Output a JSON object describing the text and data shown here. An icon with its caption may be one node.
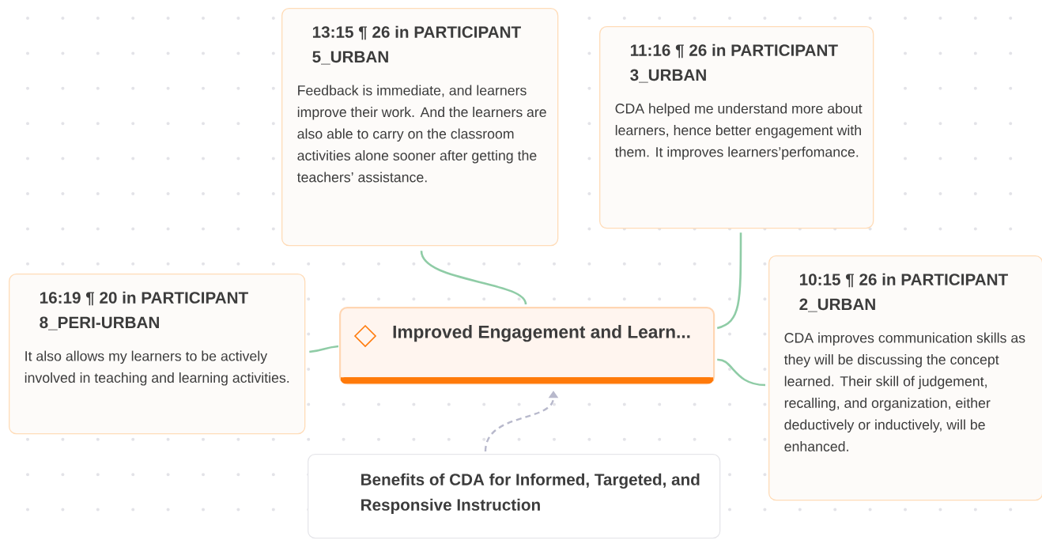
{
  "diagram": {
    "nodes": [
      {
        "text": [
          "13:15 ¶ 26 in PARTICIPANT 5_URBAN",
          "Feedback is immediate, and learners improve their work. And the learners are also able to carry on the classroom activities alone sooner after getting the teachers’ assistance."
        ]
      },
      {
        "text": [
          "11:16 ¶ 26 in PARTICIPANT 3_URBAN",
          "CDA helped me understand more about learners, hence better engagement with them. It improves learners’perfomance."
        ]
      },
      {
        "text": [
          "16:19 ¶ 20 in PARTICIPANT 8_PERI-URBAN",
          "It also allows my learners to be actively involved in teaching and learning activities."
        ]
      },
      {
        "text": [
          "Improved Engagement and Learn..."
        ]
      },
      {
        "text": [
          "10:15 ¶ 26 in PARTICIPANT 2_URBAN",
          "CDA improves communication skills as they will be discussing the concept learned. Their skill of judgement, recalling, and organization, either deductively or inductively, will be enhanced."
        ]
      },
      {
        "text": [
          "Benefits of CDA for Informed, Targeted, and Responsive Instruction"
        ]
      }
    ],
    "edges": [
      {
        "from": 0,
        "to": 3,
        "arrow": "none"
      },
      {
        "from": 1,
        "to": 3,
        "arrow": "none"
      },
      {
        "from": 2,
        "to": 3,
        "arrow": "none"
      },
      {
        "from": 4,
        "to": 3,
        "arrow": "none"
      },
      {
        "from": 5,
        "to": 3,
        "arrow": "to",
        "style": "dashed",
        "color": "#b8b9cc"
      }
    ]
  }
}
